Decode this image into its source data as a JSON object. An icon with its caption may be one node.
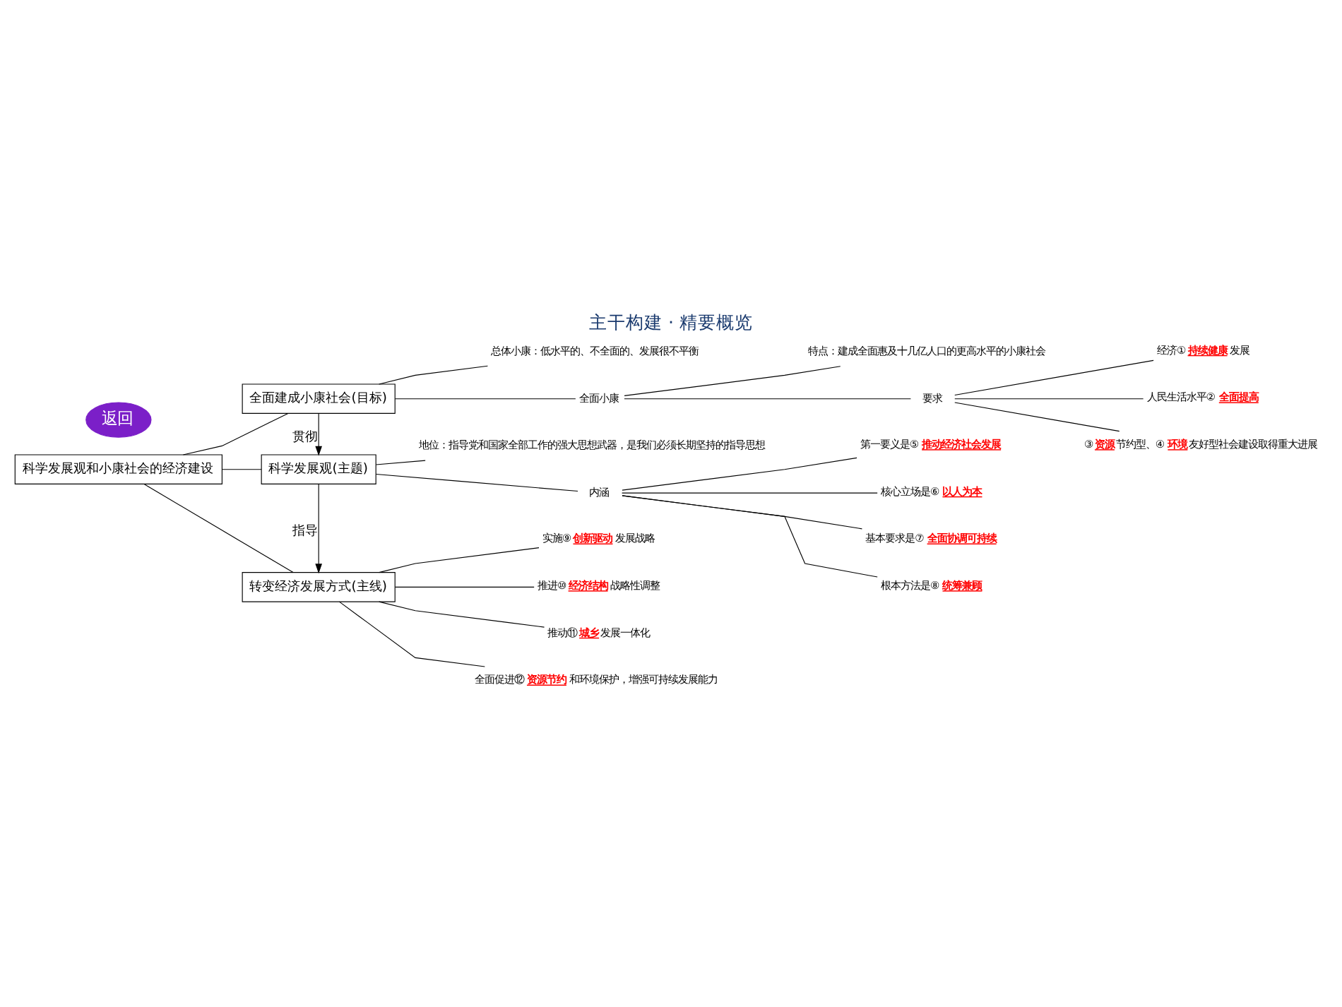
{
  "diagram": {
    "title": "主干构建 · 精要概览",
    "nodes": [
      {
        "text": [
          "科学发展观和小康社会的经济建设"
        ]
      },
      {
        "text": [
          "全面建成小康社会(目标)"
        ]
      },
      {
        "text": [
          "科学发展观(主题)"
        ]
      },
      {
        "text": [
          "转变经济发展方式(主线)"
        ]
      },
      {
        "text": [
          "总体小康：低水平的、不全面的、发展很不平衡"
        ]
      },
      {
        "text": [
          "全面小康"
        ]
      },
      {
        "text": [
          "特点：建成全面惠及十几亿人口的更高水平的小康社会"
        ]
      },
      {
        "text": [
          "要求"
        ]
      },
      {
        "text": [
          "经济①**持续健康**发展"
        ]
      },
      {
        "text": [
          "人民生活水平②**全面提高**"
        ]
      },
      {
        "text": [
          "③**资源**节约型、④**环境**友好型社会建设取得重大进展"
        ]
      },
      {
        "text": [
          "地位：指导党和国家全部工作的强大思想武器，是我们必须长期坚持的指导思想"
        ]
      },
      {
        "text": [
          "内涵"
        ]
      },
      {
        "text": [
          "第一要义是⑤**推动经济社会发展**"
        ]
      },
      {
        "text": [
          "核心立场是⑥**以人为本**"
        ]
      },
      {
        "text": [
          "基本要求是⑦**全面协调可持续**"
        ]
      },
      {
        "text": [
          "根本方法是⑧**统筹兼顾**"
        ]
      },
      {
        "text": [
          "实施⑨**创新驱动**发展战略"
        ]
      },
      {
        "text": [
          "推进⑩**经济结构**战略性调整"
        ]
      },
      {
        "text": [
          "推动⑪**城乡**发展一体化"
        ]
      },
      {
        "text": [
          "全面促进⑫**资源节约**和环境保护，增强可持续发展能力"
        ]
      },
      {
        "text": [
          "返回"
        ]
      }
    ],
    "edges": [
      {
        "from": 0,
        "to": 1,
        "arrow": "none"
      },
      {
        "from": 0,
        "to": 2,
        "arrow": "none"
      },
      {
        "from": 0,
        "to": 3,
        "arrow": "none"
      },
      {
        "from": 1,
        "to": 2,
        "arrow": "to",
        "label": "贯彻"
      },
      {
        "from": 2,
        "to": 3,
        "arrow": "to",
        "label": "指导"
      },
      {
        "from": 1,
        "to": 4,
        "arrow": "none"
      },
      {
        "from": 1,
        "to": 5,
        "arrow": "none"
      },
      {
        "from": 5,
        "to": 6,
        "arrow": "none"
      },
      {
        "from": 5,
        "to": 7,
        "arrow": "none"
      },
      {
        "from": 7,
        "to": 8,
        "arrow": "none"
      },
      {
        "from": 7,
        "to": 9,
        "arrow": "none"
      },
      {
        "from": 7,
        "to": 10,
        "arrow": "none"
      },
      {
        "from": 2,
        "to": 11,
        "arrow": "none"
      },
      {
        "from": 2,
        "to": 12,
        "arrow": "none"
      },
      {
        "from": 12,
        "to": 13,
        "arrow": "none"
      },
      {
        "from": 12,
        "to": 14,
        "arrow": "none"
      },
      {
        "from": 12,
        "to": 15,
        "arrow": "none"
      },
      {
        "from": 12,
        "to": 16,
        "arrow": "none"
      },
      {
        "from": 3,
        "to": 17,
        "arrow": "none"
      },
      {
        "from": 3,
        "to": 18,
        "arrow": "none"
      },
      {
        "from": 3,
        "to": 19,
        "arrow": "none"
      },
      {
        "from": 3,
        "to": 20,
        "arrow": "none"
      }
    ]
  }
}
